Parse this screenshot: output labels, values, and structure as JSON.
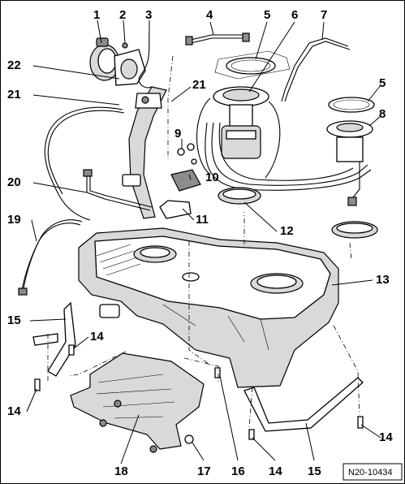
{
  "diagram": {
    "reference_code": "N20-10434",
    "callouts": [
      {
        "id": "c1",
        "label": "1"
      },
      {
        "id": "c2",
        "label": "2"
      },
      {
        "id": "c3",
        "label": "3"
      },
      {
        "id": "c4",
        "label": "4"
      },
      {
        "id": "c5a",
        "label": "5"
      },
      {
        "id": "c6",
        "label": "6"
      },
      {
        "id": "c7",
        "label": "7"
      },
      {
        "id": "c5b",
        "label": "5"
      },
      {
        "id": "c8",
        "label": "8"
      },
      {
        "id": "c22",
        "label": "22"
      },
      {
        "id": "c21a",
        "label": "21"
      },
      {
        "id": "c21b",
        "label": "21"
      },
      {
        "id": "c9",
        "label": "9"
      },
      {
        "id": "c10",
        "label": "10"
      },
      {
        "id": "c20",
        "label": "20"
      },
      {
        "id": "c11",
        "label": "11"
      },
      {
        "id": "c12",
        "label": "12"
      },
      {
        "id": "c19",
        "label": "19"
      },
      {
        "id": "c13",
        "label": "13"
      },
      {
        "id": "c15a",
        "label": "15"
      },
      {
        "id": "c14a",
        "label": "14"
      },
      {
        "id": "c14b",
        "label": "14"
      },
      {
        "id": "c14c",
        "label": "14"
      },
      {
        "id": "c14d",
        "label": "14"
      },
      {
        "id": "c18",
        "label": "18"
      },
      {
        "id": "c17",
        "label": "17"
      },
      {
        "id": "c16",
        "label": "16"
      },
      {
        "id": "c15b",
        "label": "15"
      }
    ]
  }
}
